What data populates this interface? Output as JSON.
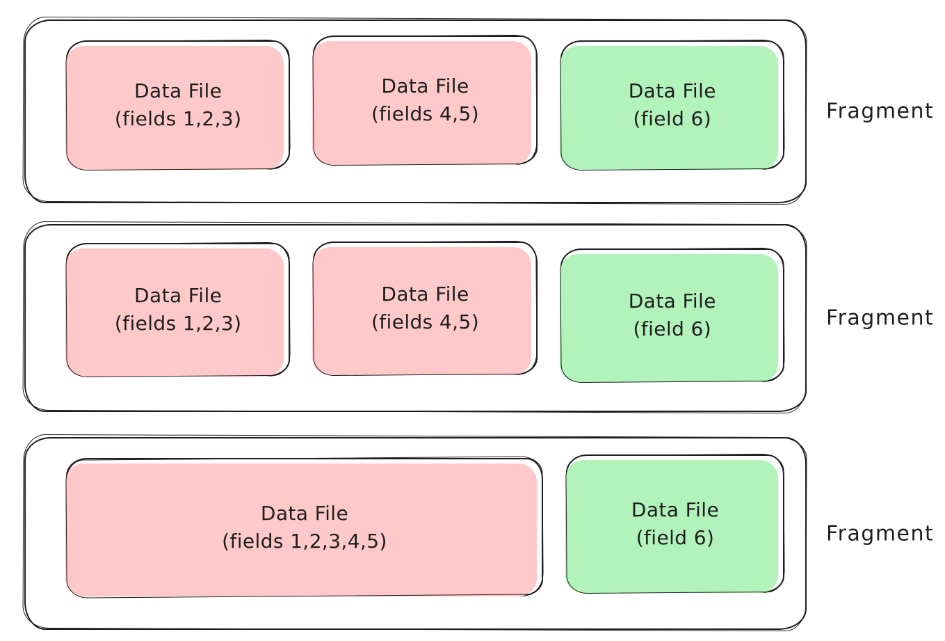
{
  "colors": {
    "pink": "#ffc9c9",
    "green": "#b2f2bb",
    "ink": "#1e1e1e",
    "bg": "#ffffff"
  },
  "fragments": [
    {
      "label": "Fragment",
      "files": [
        {
          "name": "Data File",
          "fields": "(fields 1,2,3)",
          "color": "pink"
        },
        {
          "name": "Data File",
          "fields": "(fields 4,5)",
          "color": "pink"
        },
        {
          "name": "Data File",
          "fields": "(field 6)",
          "color": "green"
        }
      ]
    },
    {
      "label": "Fragment",
      "files": [
        {
          "name": "Data File",
          "fields": "(fields 1,2,3)",
          "color": "pink"
        },
        {
          "name": "Data File",
          "fields": "(fields 4,5)",
          "color": "pink"
        },
        {
          "name": "Data File",
          "fields": "(field 6)",
          "color": "green"
        }
      ]
    },
    {
      "label": "Fragment",
      "files": [
        {
          "name": "Data File",
          "fields": "(fields 1,2,3,4,5)",
          "color": "pink"
        },
        {
          "name": "Data File",
          "fields": "(field 6)",
          "color": "green"
        }
      ]
    }
  ]
}
